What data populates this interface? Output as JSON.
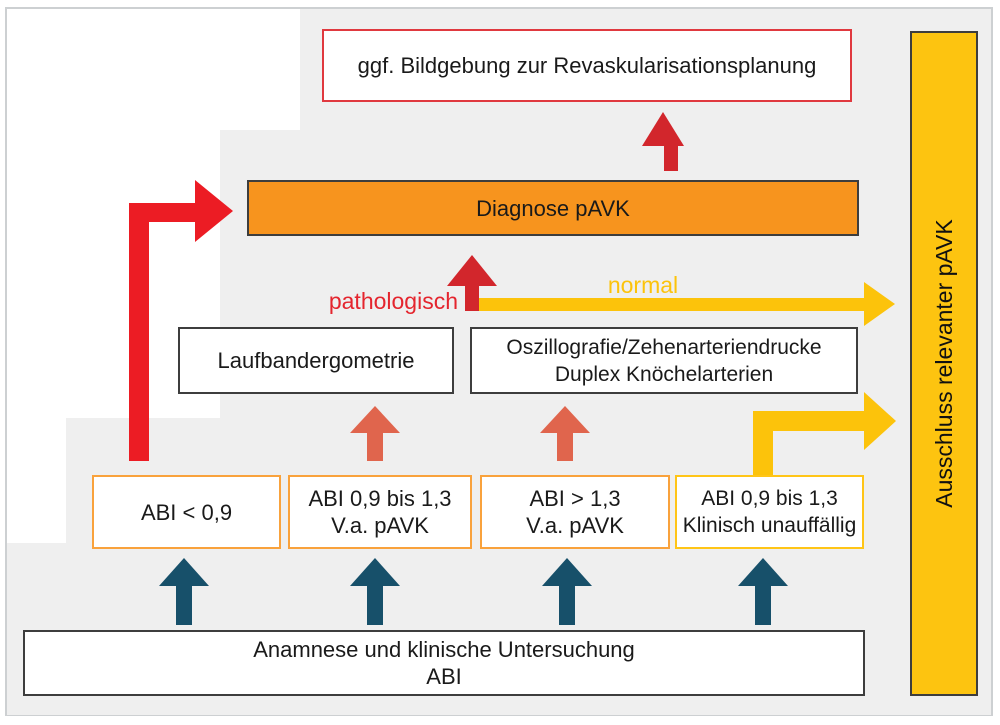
{
  "diagram": {
    "title_box": "ggf. Bildgebung zur Revaskularisationsplanung",
    "diagnosis_box": "Diagnose pAVK",
    "test_boxes": {
      "treadmill": "Laufbandergometrie",
      "oscillography_line1": "Oszillografie/Zehenarteriendrucke",
      "oscillography_line2": "Duplex Knöchelarterien"
    },
    "abi_boxes": [
      {
        "line1": "ABI < 0,9"
      },
      {
        "line1": "ABI 0,9 bis 1,3",
        "line2": "V.a. pAVK"
      },
      {
        "line1": "ABI > 1,3",
        "line2": "V.a. pAVK"
      },
      {
        "line1": "ABI 0,9 bis 1,3",
        "line2": "Klinisch unauffällig"
      }
    ],
    "base_box": {
      "line1": "Anamnese und klinische Untersuchung",
      "line2": "ABI"
    },
    "exclusion_bar": "Ausschluss relevanter pAVK",
    "edge_labels": {
      "pathological": "pathologisch",
      "normal": "normal"
    },
    "colors": {
      "background_gray": "#efefef",
      "orange_box": "#f7941e",
      "yellow_bar": "#fdc410",
      "yellow_arrow": "#fcc30b",
      "red_arrow": "#ec1c24",
      "dark_red_arrow": "#d2262c",
      "salmon_arrow": "#e0654d",
      "blue_arrow": "#17506a",
      "abi_border_orange": "#f9a23c",
      "abi_border_yellow": "#ffc517",
      "title_border_red": "#e0393f",
      "dark_border": "#3d3d3d"
    }
  }
}
